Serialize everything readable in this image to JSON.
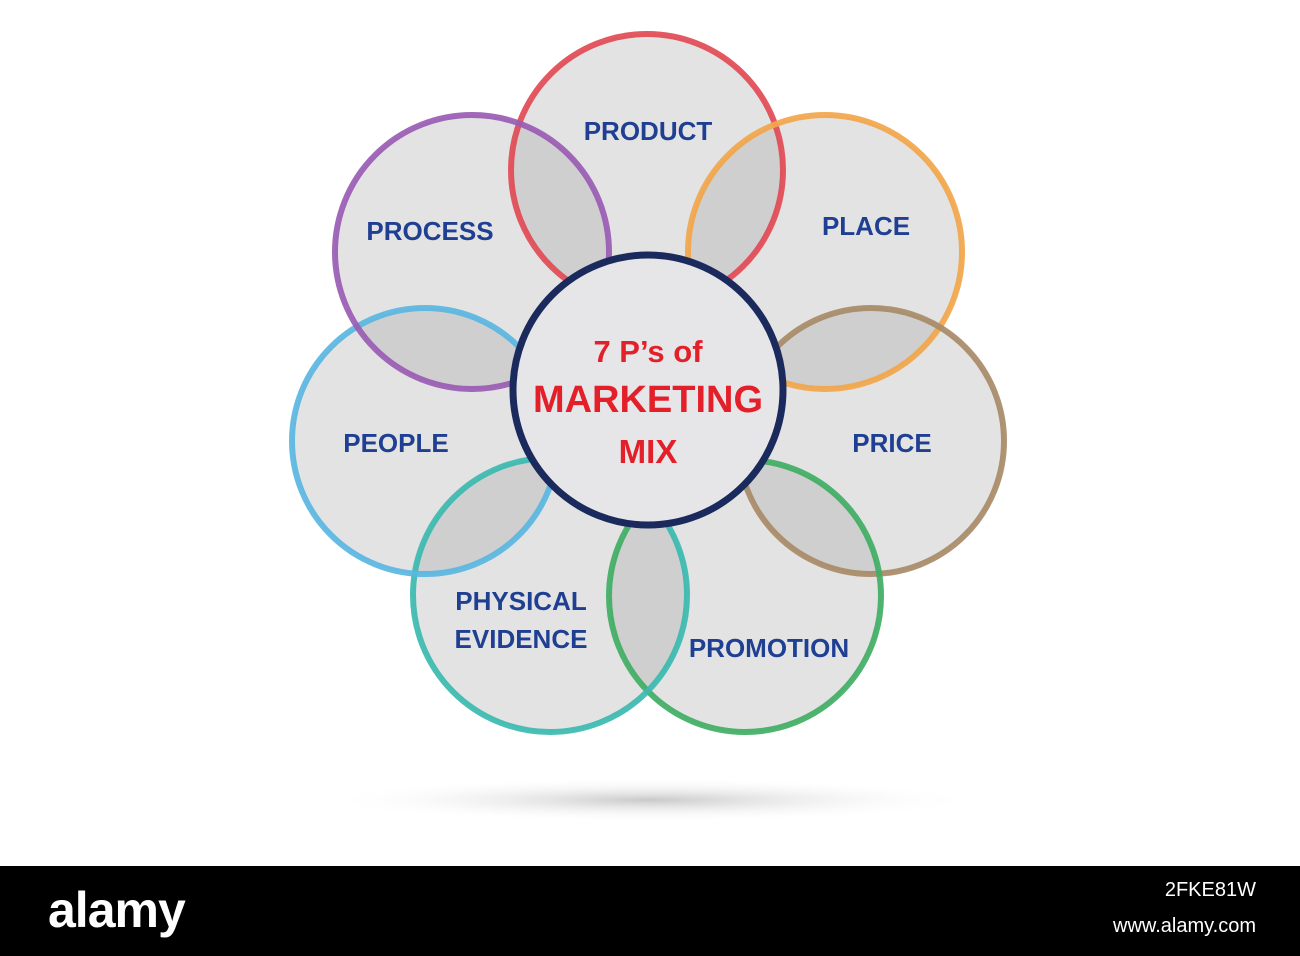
{
  "diagram": {
    "center": {
      "lines": [
        "7 P’s of",
        "MARKETING",
        "MIX"
      ],
      "text_color": "#e3202a",
      "ring_color": "#1b2a5c"
    },
    "label_color": "#1f3f92",
    "petals": [
      {
        "id": "product",
        "lines": [
          "PRODUCT"
        ],
        "ring_color": "#e24a55"
      },
      {
        "id": "place",
        "lines": [
          "PLACE"
        ],
        "ring_color": "#f2a64a"
      },
      {
        "id": "price",
        "lines": [
          "PRICE"
        ],
        "ring_color": "#a88b68"
      },
      {
        "id": "promotion",
        "lines": [
          "PROMOTION"
        ],
        "ring_color": "#3fae63"
      },
      {
        "id": "physical-evidence",
        "lines": [
          "PHYSICAL",
          "EVIDENCE"
        ],
        "ring_color": "#3bbab0"
      },
      {
        "id": "people",
        "lines": [
          "PEOPLE"
        ],
        "ring_color": "#5ab6e2"
      },
      {
        "id": "process",
        "lines": [
          "PROCESS"
        ],
        "ring_color": "#9a5bb3"
      }
    ]
  },
  "footer": {
    "logo": "alamy",
    "image_id": "2FKE81W",
    "site": "www.alamy.com"
  }
}
